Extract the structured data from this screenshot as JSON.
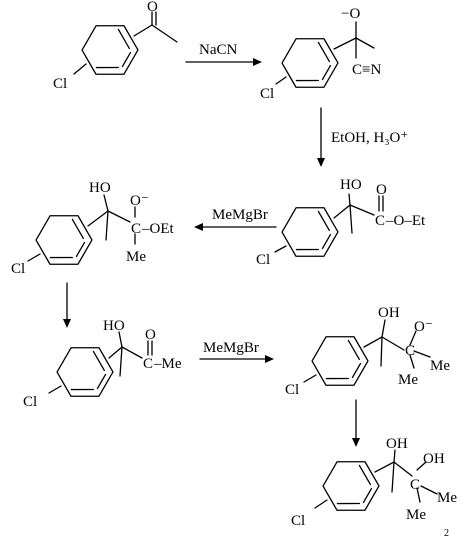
{
  "reagents": {
    "step1": "NaCN",
    "step2": "EtOH, H₃O⁺",
    "step3": "MeMgBr",
    "step4": "MeMgBr"
  },
  "labels": {
    "cl": "Cl",
    "o": "O",
    "o_minus": "O⁻",
    "minus_o": "−O",
    "ho": "HO",
    "oh": "OH",
    "c": "C",
    "cn": "C≡N",
    "dash_o_et": "–O–Et",
    "dash_oet": "–OEt",
    "dash_me": "–Me",
    "me": "Me",
    "minus": "−",
    "partial": "2"
  }
}
